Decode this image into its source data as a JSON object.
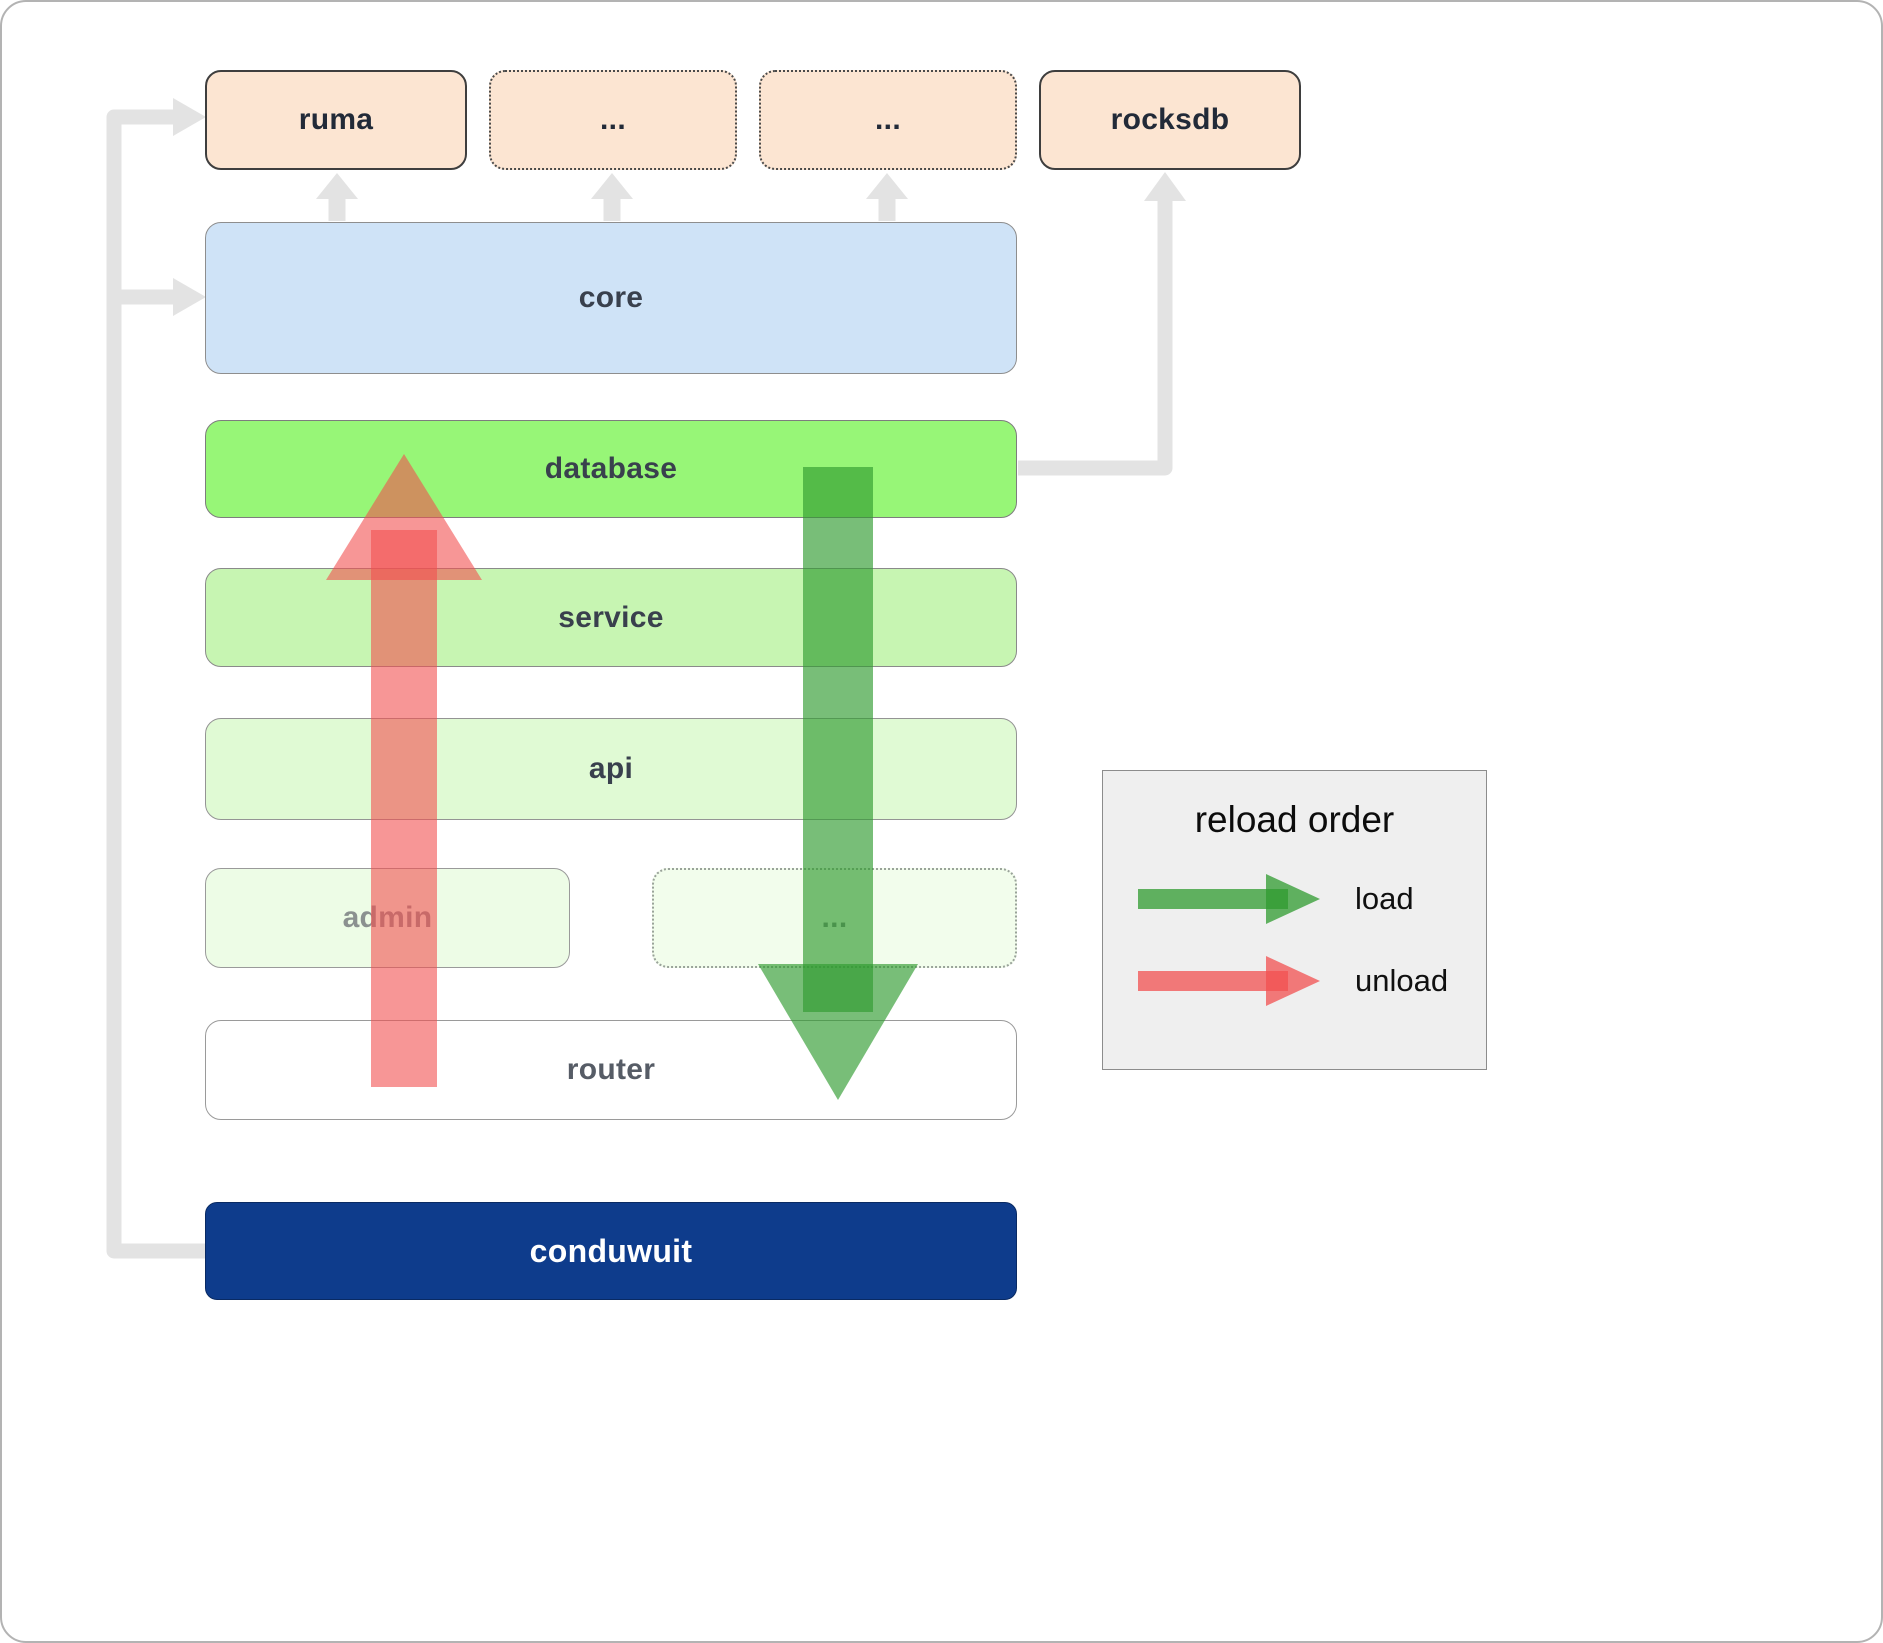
{
  "labels": {
    "ruma": "ruma",
    "dots1": "...",
    "dots2": "...",
    "rocksdb": "rocksdb",
    "core": "core",
    "database": "database",
    "service": "service",
    "api": "api",
    "admin": "admin",
    "admin_dots": "...",
    "router": "router",
    "conduwuit": "conduwuit"
  },
  "legend": {
    "title": "reload order",
    "load_label": "load",
    "unload_label": "unload"
  },
  "colors": {
    "load_arrow": "#2f9b2f",
    "unload_arrow": "#f15050",
    "connector": "#e3e3e3",
    "conduwuit_bg": "#0e3c8c",
    "database_bg": "#97f677",
    "core_bg": "#cfe3f7",
    "module_bg": "#fce5d2"
  }
}
